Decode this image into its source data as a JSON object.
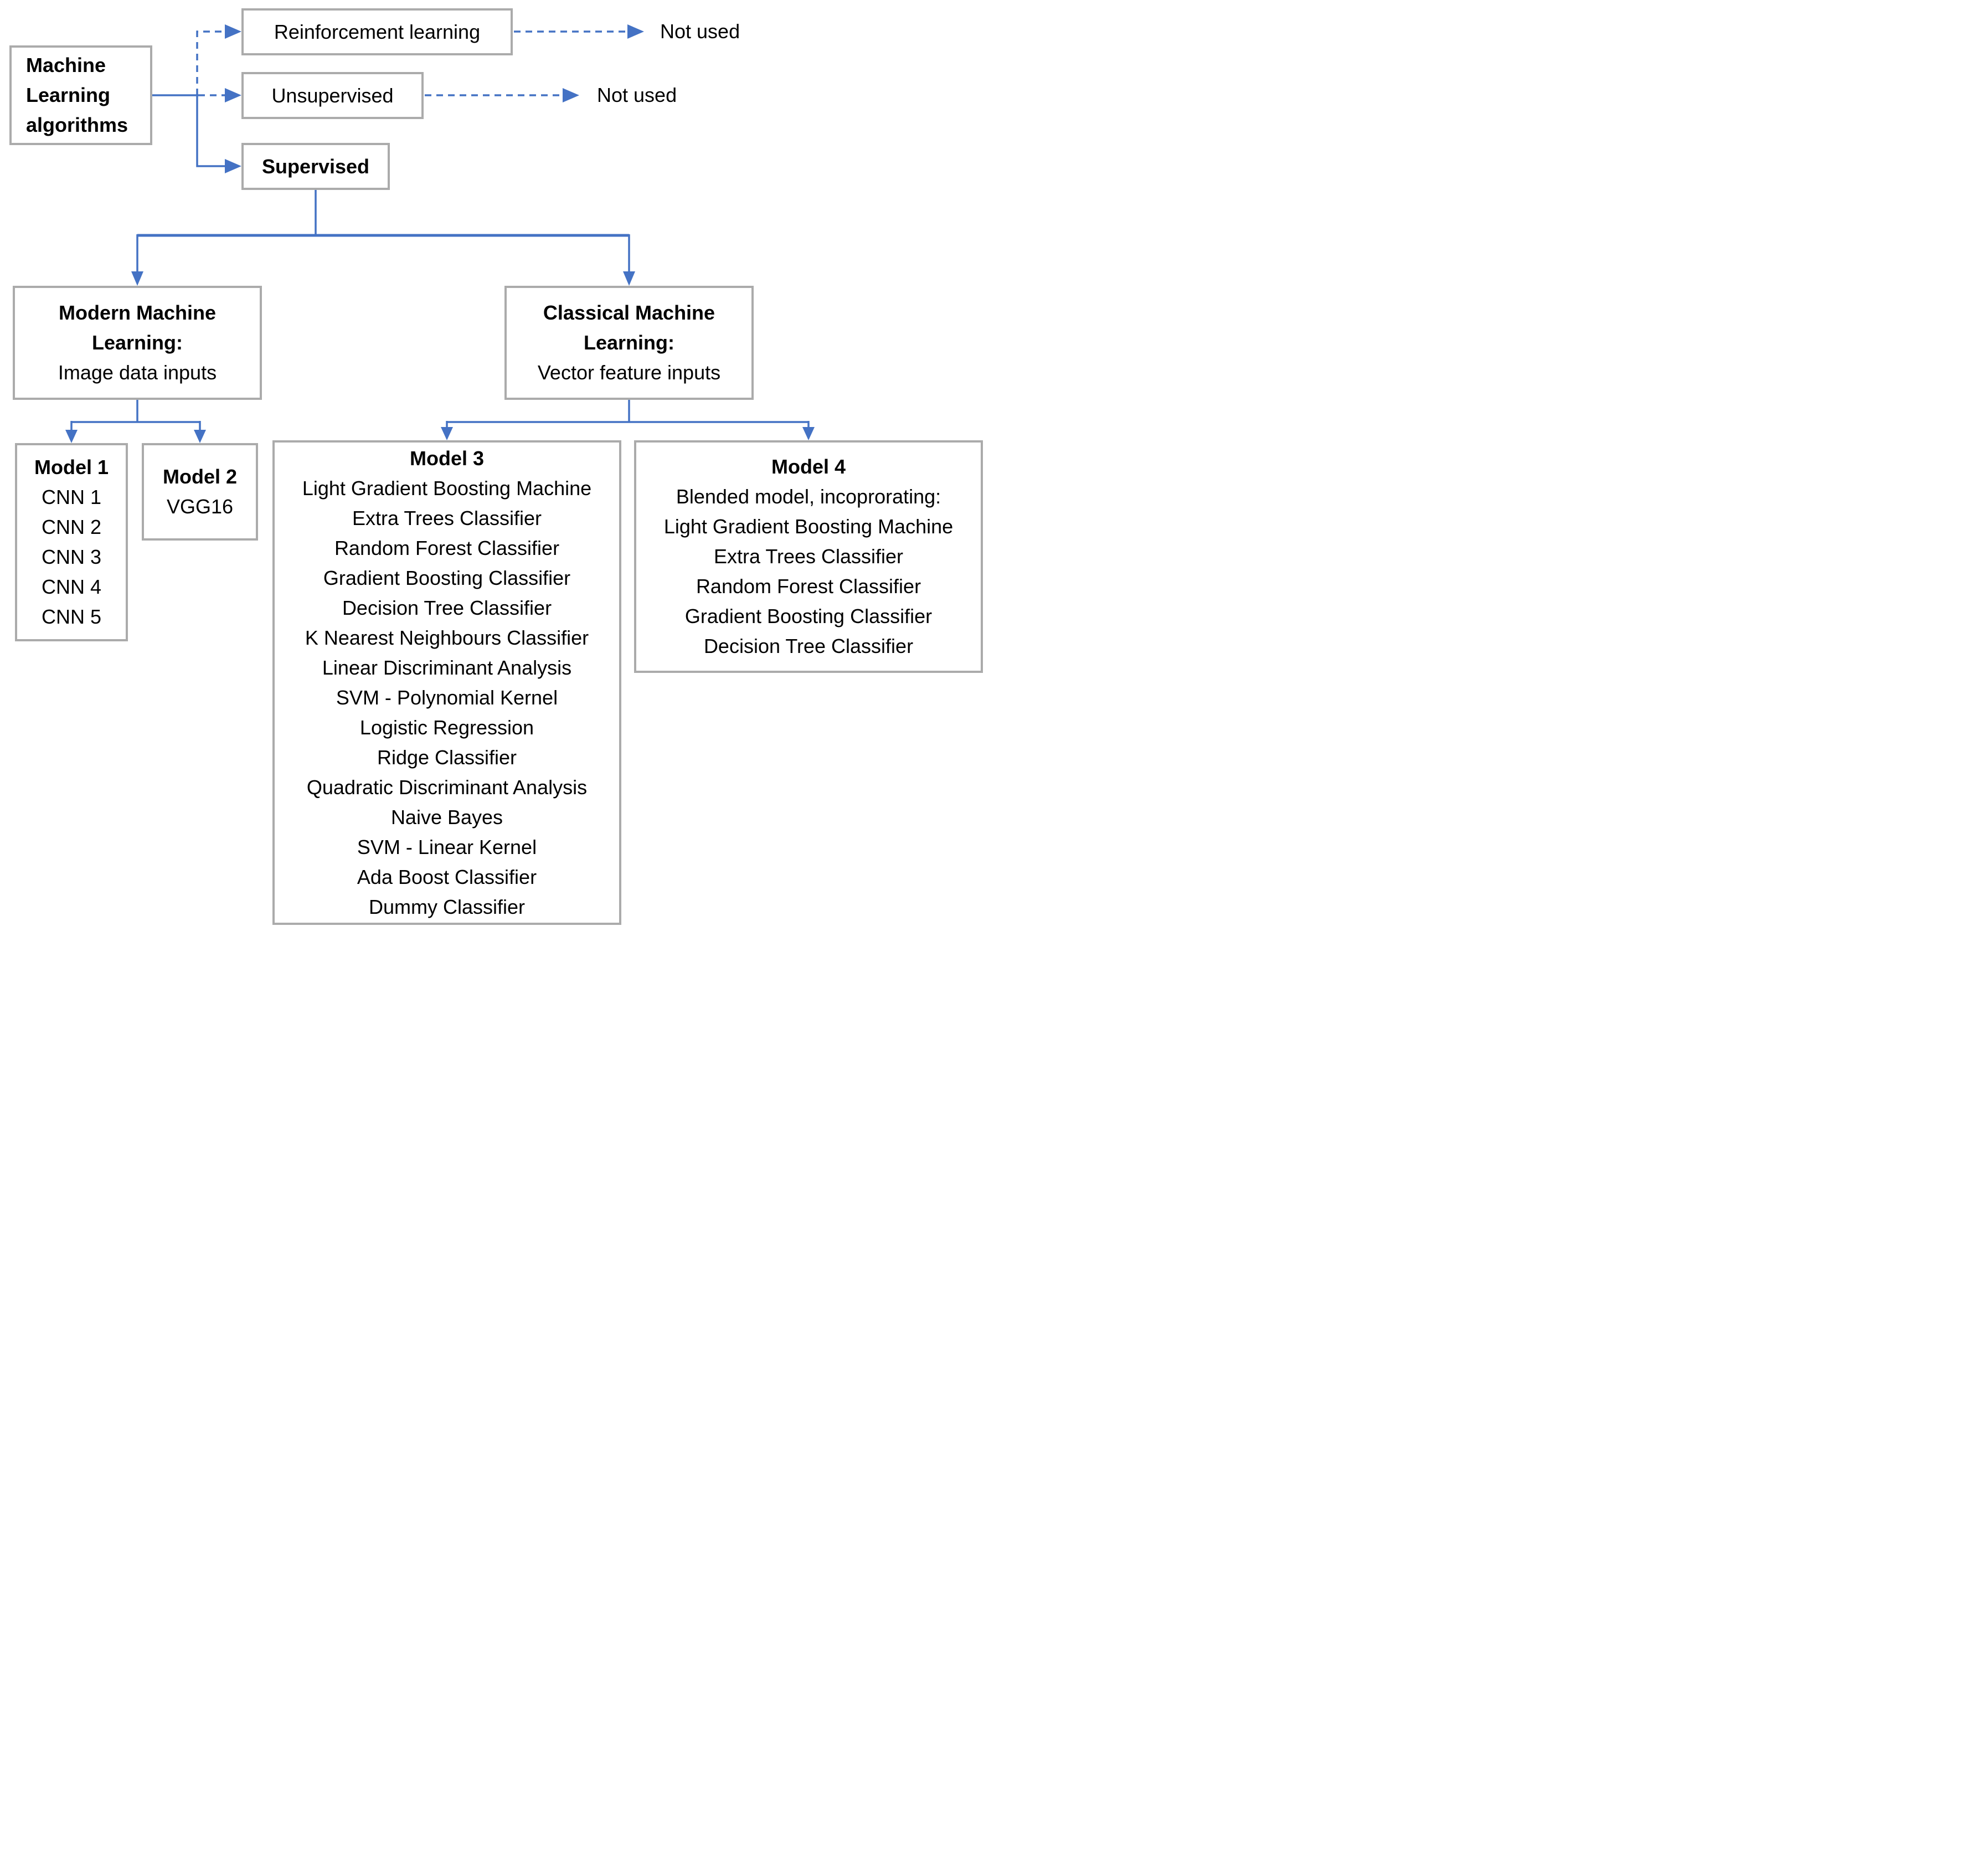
{
  "colors": {
    "accent": "#4472C4",
    "border": "#ABABAB",
    "text": "#000000",
    "bg": "#FFFFFF"
  },
  "diagram": {
    "root": {
      "label": "Machine Learning algorithms"
    },
    "top_branches": [
      {
        "id": "reinforcement",
        "label": "Reinforcement learning",
        "status": "Not used"
      },
      {
        "id": "unsupervised",
        "label": "Unsupervised",
        "status": "Not used"
      },
      {
        "id": "supervised",
        "label": "Supervised"
      }
    ],
    "categories": [
      {
        "id": "modern",
        "title": "Modern Machine Learning:",
        "subtitle": "Image data inputs"
      },
      {
        "id": "classical",
        "title": "Classical Machine Learning:",
        "subtitle": "Vector feature inputs"
      }
    ],
    "models": [
      {
        "id": "model1",
        "title": "Model 1",
        "items": [
          "CNN 1",
          "CNN 2",
          "CNN 3",
          "CNN 4",
          "CNN 5"
        ]
      },
      {
        "id": "model2",
        "title": "Model 2",
        "items": [
          "VGG16"
        ]
      },
      {
        "id": "model3",
        "title": "Model 3",
        "items": [
          "Light Gradient Boosting Machine",
          "Extra Trees Classifier",
          "Random Forest Classifier",
          "Gradient Boosting Classifier",
          "Decision Tree Classifier",
          "K Nearest Neighbours Classifier",
          "Linear Discriminant Analysis",
          "SVM - Polynomial Kernel",
          "Logistic Regression",
          "Ridge Classifier",
          "Quadratic Discriminant Analysis",
          "Naive Bayes",
          "SVM - Linear Kernel",
          "Ada Boost Classifier",
          "Dummy Classifier"
        ]
      },
      {
        "id": "model4",
        "title": "Model 4",
        "items": [
          "Blended model, incoprorating:",
          "Light Gradient Boosting Machine",
          "Extra Trees Classifier",
          "Random Forest Classifier",
          "Gradient Boosting Classifier",
          "Decision Tree Classifier"
        ]
      }
    ]
  }
}
